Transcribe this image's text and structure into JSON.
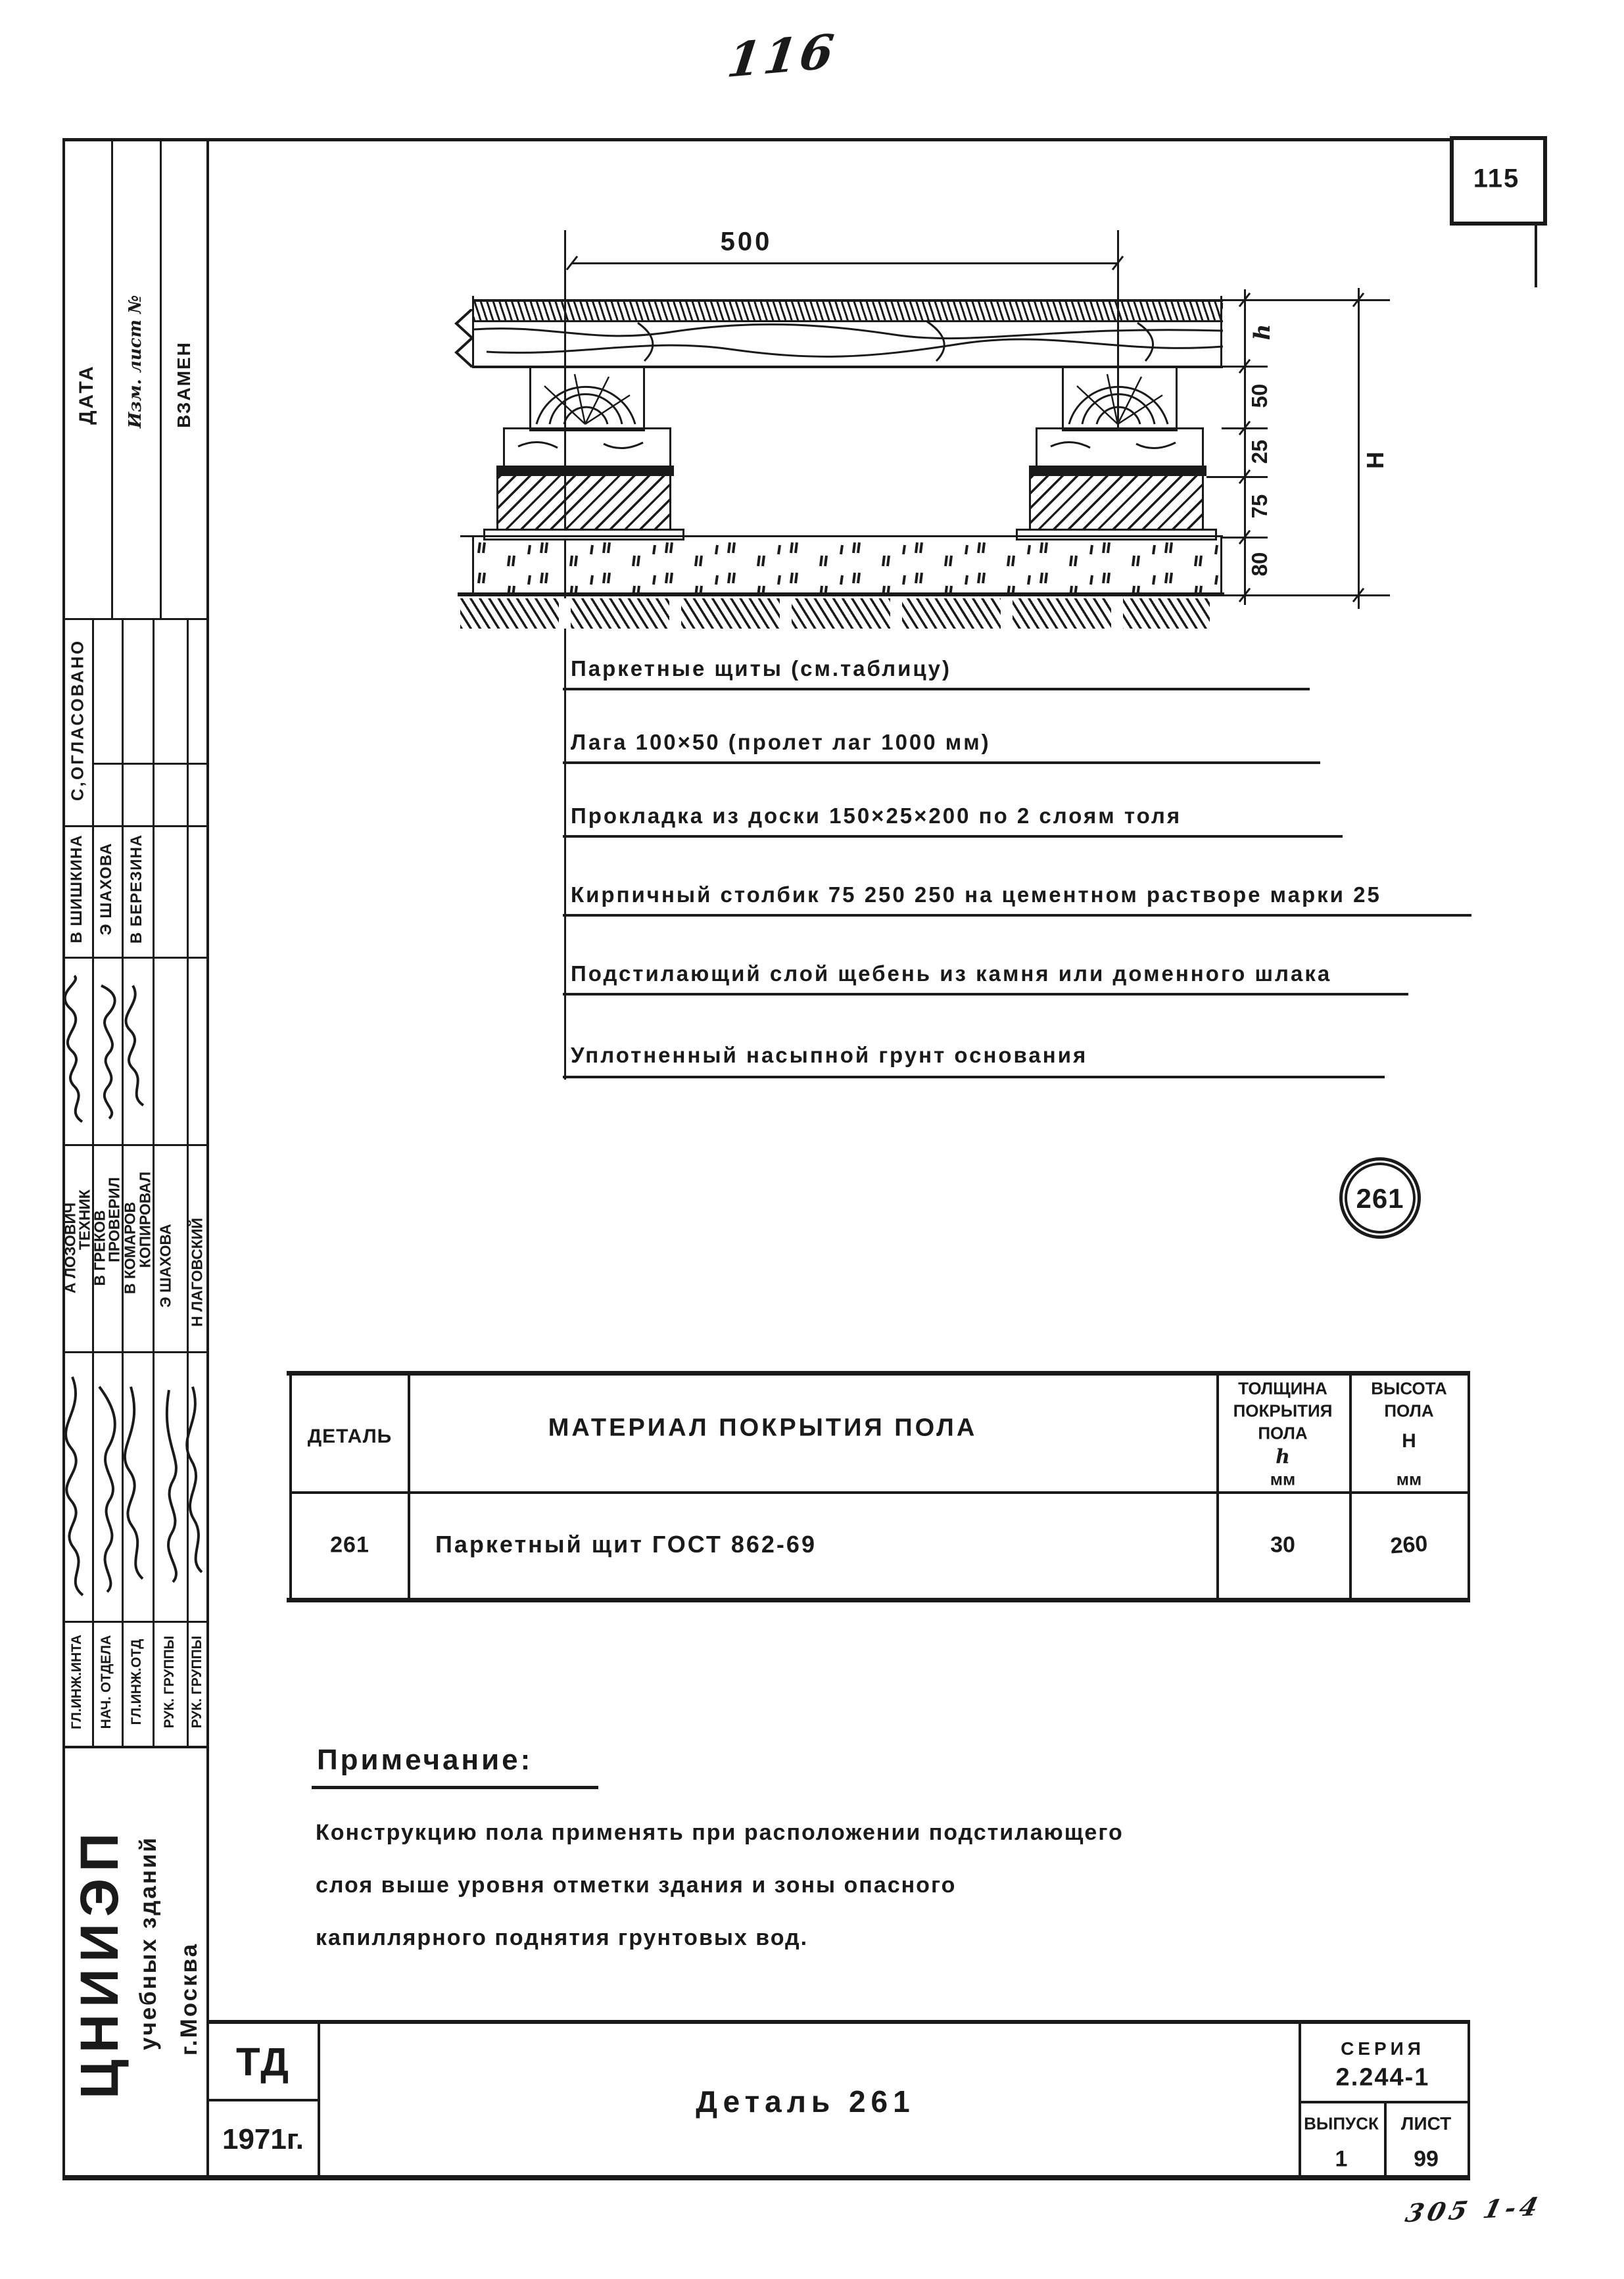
{
  "page": {
    "number_top": "116",
    "corner_number": "115",
    "bottom_right_note": "305  1-4"
  },
  "sidebar": {
    "date_label": "ДАТА",
    "change_note": "Изм. лист №",
    "vzamen_label": "ВЗАМЕН",
    "soglasovano": "С,ОГЛАСОВАНО",
    "names_top": [
      "В ШИШКИНА",
      "Э ШАХОВА",
      "В БЕРЕЗИНА"
    ],
    "staff": [
      {
        "role": "ТЕХНИК",
        "name": "А ЛОЗОВИЧ"
      },
      {
        "role": "ПРОВЕРИЛ",
        "name": "В ГРЕКОВ"
      },
      {
        "role": "КОПИРОВАЛ",
        "name": "В КОМАРОВ"
      },
      {
        "role": "",
        "name": "Э ШАХОВА"
      },
      {
        "role": "",
        "name": "Н ЛАГОВСКИЙ"
      }
    ],
    "positions": [
      "ГЛ.ИНЖ.ИНТА",
      "НАЧ. ОТДЕЛА",
      "ГЛ.ИНЖ.ОТД",
      "РУК. ГРУППЫ",
      "РУК. ГРУППЫ"
    ],
    "institute": {
      "name": "ЦНИИЭП",
      "line2": "учебных зданий",
      "line3": "г.Москва"
    }
  },
  "drawing": {
    "dim_span": "500",
    "dims_right": [
      "h",
      "50",
      "25",
      "75",
      "80"
    ],
    "dim_total": "Н",
    "detail_badge": "261",
    "callouts": [
      "Паркетные щиты   (см.таблицу)",
      "Лага 100×50  (пролет лаг 1000 мм)",
      "Прокладка из доски  150×25×200  по 2 слоям толя",
      "Кирпичный столбик 75 250 250  на цементном растворе марки 25",
      "Подстилающий слой   щебень из камня или доменного шлака",
      "Уплотненный насыпной грунт основания"
    ]
  },
  "table": {
    "col1_header": "ДЕТАЛЬ",
    "col2_header": "МАТЕРИАЛ ПОКРЫТИЯ ПОЛА",
    "col3_lines": [
      "ТОЛЩИНА",
      "ПОКРЫТИЯ",
      "ПОЛА",
      "h",
      "мм"
    ],
    "col4_lines": [
      "ВЫСОТА",
      "ПОЛА",
      "Н",
      "мм"
    ],
    "row": {
      "detail": "261",
      "material": "Паркетный щит  ГОСТ 862-69",
      "h": "30",
      "H": "260"
    }
  },
  "note": {
    "title": "Примечание:",
    "lines": [
      "Конструкцию пола применять при расположении подстилающего",
      "слоя выше уровня отметки здания и зоны опасного",
      "капиллярного поднятия грунтовых вод."
    ]
  },
  "title_block": {
    "org_code": "ТД",
    "year": "1971г.",
    "title": "Деталь 261",
    "series_label": "СЕРИЯ",
    "series": "2.244-1",
    "issue_label": "ВЫПУСК",
    "issue": "1",
    "sheet_label": "ЛИСТ",
    "sheet": "99"
  }
}
